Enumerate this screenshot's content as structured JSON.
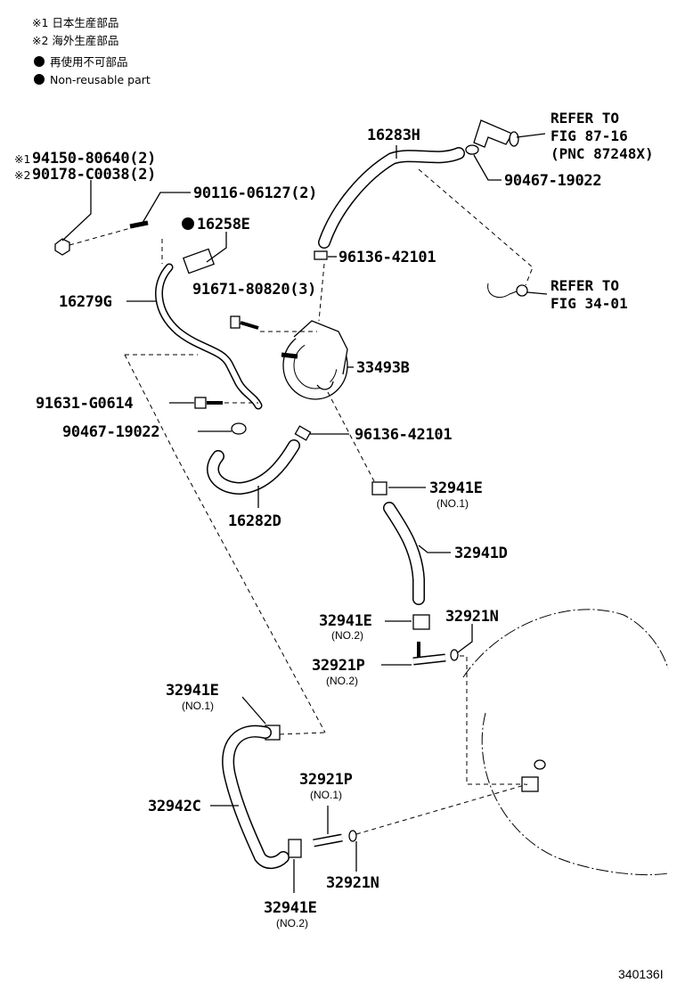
{
  "notes": {
    "n1": "※1 日本生産部品",
    "n2": "※2 海外生産部品",
    "n3": "再使用不可部品",
    "n4": "Non-reusable part"
  },
  "labels": {
    "p94150": "94150-80640(2)",
    "p90178": "90178-C0038(2)",
    "mark1": "※1",
    "mark2": "※2",
    "p90116": "90116-06127(2)",
    "p16258E": "16258E",
    "p16279G": "16279G",
    "p91671": "91671-80820(3)",
    "p16283H": "16283H",
    "p90467_top": "90467-19022",
    "p96136_top": "96136-42101",
    "p33493B": "33493B",
    "p91631": "91631-G0614",
    "p90467_mid": "90467-19022",
    "p96136_mid": "96136-42101",
    "p16282D": "16282D",
    "p32941E_a": "32941E",
    "p32941E_a_sub": "(NO.1)",
    "p32941D": "32941D",
    "p32941E_b": "32941E",
    "p32941E_b_sub": "(NO.2)",
    "p32921N_a": "32921N",
    "p32921P_a": "32921P",
    "p32921P_a_sub": "(NO.2)",
    "p32941E_c": "32941E",
    "p32941E_c_sub": "(NO.1)",
    "p32942C": "32942C",
    "p32921P_b": "32921P",
    "p32921P_b_sub": "(NO.1)",
    "p32921N_b": "32921N",
    "p32941E_d": "32941E",
    "p32941E_d_sub": "(NO.2)",
    "ref1_l1": "REFER TO",
    "ref1_l2": "FIG 87-16",
    "ref1_l3": "(PNC 87248X)",
    "ref2_l1": "REFER TO",
    "ref2_l2": "FIG 34-01",
    "figure_id": "340136I"
  }
}
